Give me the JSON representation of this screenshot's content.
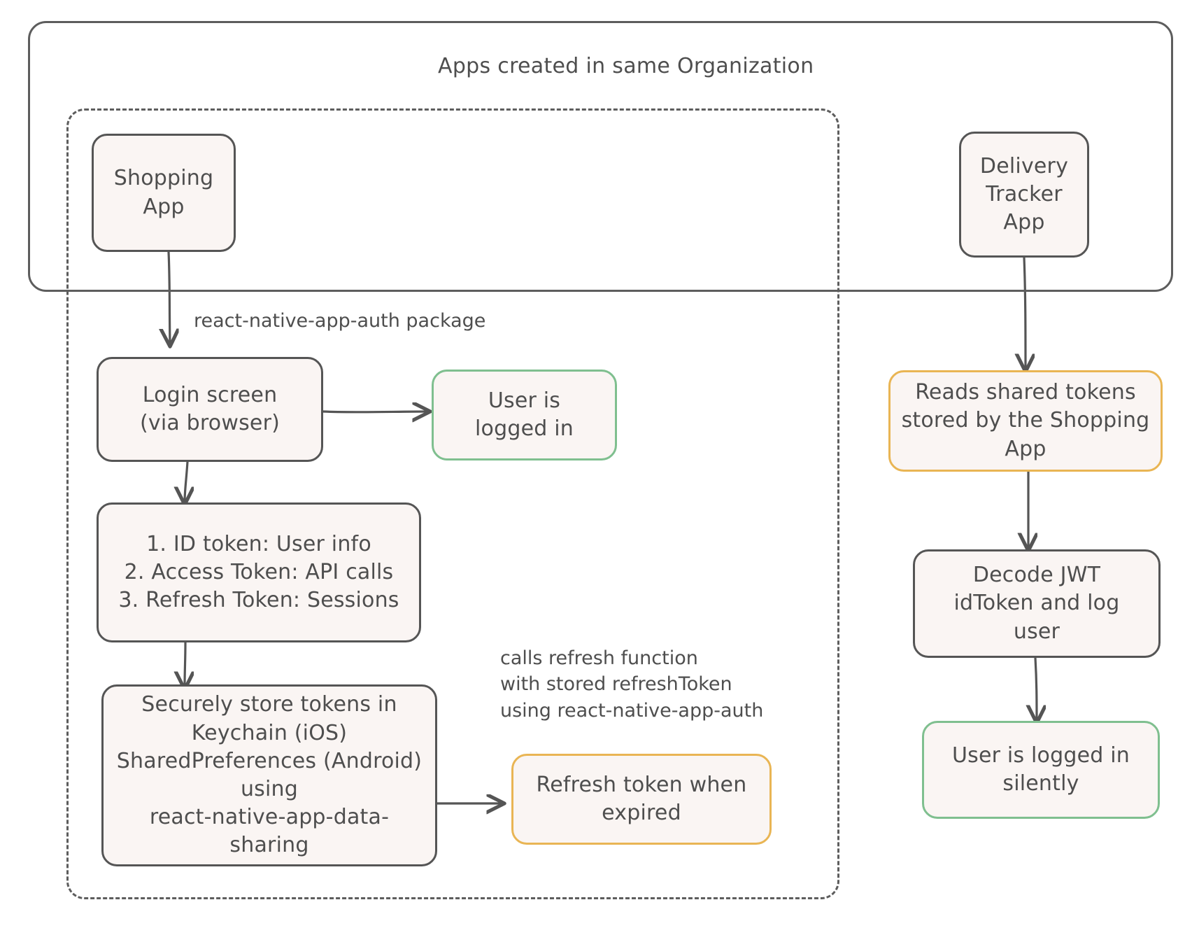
{
  "diagram": {
    "title": "Apps created in same Organization",
    "groups": [
      {
        "id": "organization",
        "label": "Apps created in same Organization",
        "style": "solid"
      },
      {
        "id": "shopping-app-scope",
        "label": "",
        "style": "dashed"
      }
    ],
    "nodes": [
      {
        "id": "shopping-app",
        "label": "Shopping\nApp",
        "color": "#555555",
        "fill": "#faf5f3"
      },
      {
        "id": "delivery-tracker-app",
        "label": "Delivery\nTracker\nApp",
        "color": "#555555",
        "fill": "#faf5f3"
      },
      {
        "id": "login-screen",
        "label": "Login screen\n(via browser)",
        "color": "#555555",
        "fill": "#faf5f3"
      },
      {
        "id": "user-logged-in",
        "label": "User is\nlogged in",
        "color": "#7fbf8f",
        "fill": "#faf5f3"
      },
      {
        "id": "tokens-list",
        "label": "1. ID token: User info\n2. Access Token: API calls\n3. Refresh Token: Sessions",
        "color": "#555555",
        "fill": "#faf5f3"
      },
      {
        "id": "secure-store",
        "label": "Securely store tokens in\nKeychain (iOS)\nSharedPreferences (Android)\nusing\nreact-native-app-data-\nsharing",
        "color": "#555555",
        "fill": "#faf5f3"
      },
      {
        "id": "refresh-token",
        "label": "Refresh token when\nexpired",
        "color": "#e9b554",
        "fill": "#faf5f3"
      },
      {
        "id": "reads-shared-tokens",
        "label": "Reads shared tokens\nstored by the Shopping\nApp",
        "color": "#e9b554",
        "fill": "#faf5f3"
      },
      {
        "id": "decode-jwt",
        "label": "Decode JWT\nidToken and log\nuser",
        "color": "#555555",
        "fill": "#faf5f3"
      },
      {
        "id": "logged-in-silently",
        "label": "User is logged in\nsilently",
        "color": "#7fbf8f",
        "fill": "#faf5f3"
      }
    ],
    "edge_labels": [
      {
        "id": "auth-package",
        "text": "react-native-app-auth package"
      },
      {
        "id": "calls-refresh",
        "text": "calls refresh function\nwith stored refreshToken\nusing react-native-app-auth"
      }
    ],
    "colors": {
      "stroke": "#555555",
      "green": "#7fbf8f",
      "orange": "#e9b554",
      "fill": "#faf5f3",
      "text": "#4e4e4e",
      "background": "#ffffff"
    }
  }
}
